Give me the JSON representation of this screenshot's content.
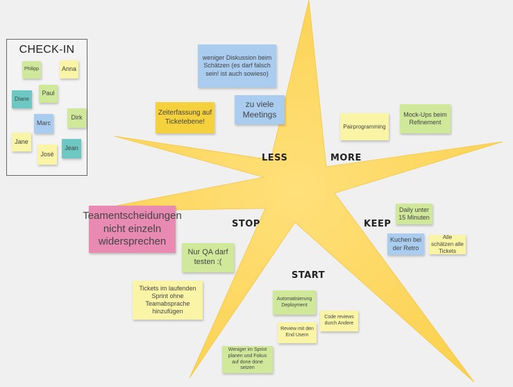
{
  "checkin": {
    "title": "CHECK-IN",
    "names": [
      "Philipp",
      "Anna",
      "Paul",
      "Diane",
      "Marc",
      "Dirk",
      "Jane",
      "José",
      "Jean"
    ]
  },
  "categories": {
    "less": "LESS",
    "more": "MORE",
    "stop": "STOP",
    "keep": "KEEP",
    "start": "START"
  },
  "notes": {
    "less_diskussion": "weniger Diskussion beim Schätzen (es darf falsch sein! ist auch sowieso)",
    "less_zeiterfassung": "Zeiterfassung auf Ticketebene!",
    "less_meetings": "zu viele Meetings",
    "more_pairprogramming": "Pairprogramming",
    "more_mockups": "Mock-Ups beim Refinement",
    "stop_teamentscheidungen": "Teamentscheidungen nicht einzeln widersprechen",
    "stop_qa": "Nur QA darf testen :(",
    "stop_tickets": "Tickets im laufenden Sprint ohne Teamabsprache hinzufügen",
    "keep_daily": "Daily unter 15 Minuten",
    "keep_kuchen": "Kuchen bei der Retro",
    "keep_schaetzen": "Alle schätzen alle Tickets",
    "start_automatisierung": "Automatisierung Deployment",
    "start_codereviews": "Code reviews durch Andere",
    "start_review": "Review mit den End Usern",
    "start_sprint": "Weniger im Sprint planen und Fokus auf done done setzen"
  },
  "colors": {
    "star": "#fdd55a",
    "green": "#cfe89a",
    "yellow": "#faf5a6",
    "blue": "#a9ccef",
    "teal": "#6dc7c3",
    "orange": "#f4d13d",
    "pink": "#e88ab2"
  }
}
